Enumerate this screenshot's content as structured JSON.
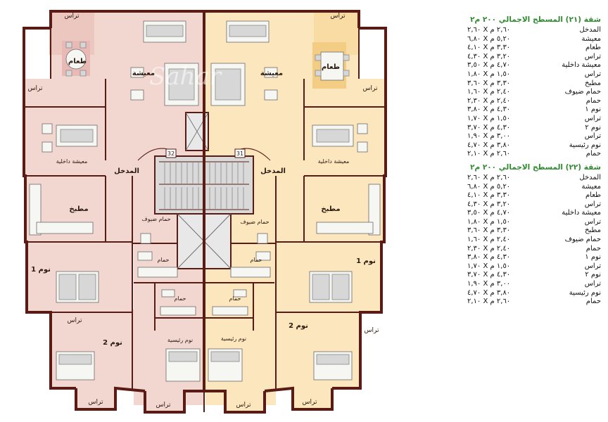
{
  "plan_labels": {
    "terrace": "تراس",
    "living": "معيشة",
    "dining": "طعام",
    "inner_living": "معيشة داخلية",
    "entrance": "المدخل",
    "kitchen": "مطبخ",
    "guest_bath": "حمام ضيوف",
    "bath": "حمام",
    "bed1": "نوم 1",
    "bed2": "نوم 2",
    "master_bed": "نوم رئيسية",
    "stair_left": "32",
    "stair_right": "31",
    "watermark": "Sahar"
  },
  "apartments": [
    {
      "title": "شقة (٢١) المسطح الاجمالي ٢٠٠ م٢",
      "rooms": [
        {
          "name": "المدخل",
          "dim": "٢,٦٠ X ٢,٦٠ م"
        },
        {
          "name": "معيشة",
          "dim": "٦,٨٠ X ٥,٢٠ م"
        },
        {
          "name": "طعام",
          "dim": "٤,١٠ X ٣,٣٠ م"
        },
        {
          "name": "تراس",
          "dim": "٤,٣٠ X ٣,٢٠ م"
        },
        {
          "name": "معيشة داخلية",
          "dim": "٣,٥٠ X ٤,٧٠ م"
        },
        {
          "name": "تراس",
          "dim": "١,٨٠ X ١,٥٠ م"
        },
        {
          "name": "مطبخ",
          "dim": "٣,٦٠ X ٣,٣٠ م"
        },
        {
          "name": "حمام ضيوف",
          "dim": "١,٦٠ X ٢,٤٠ م"
        },
        {
          "name": "حمام",
          "dim": "٢,٣٠ X ٢,٤٠ م"
        },
        {
          "name": "نوم ١",
          "dim": "٣,٨٠ X ٤,٣٠ م"
        },
        {
          "name": "تراس",
          "dim": "١,٧٠ X ١,٥٠ م"
        },
        {
          "name": "نوم ٢",
          "dim": "٣,٧٠ X ٤,٣٠ م"
        },
        {
          "name": "تراس",
          "dim": "١,٩٠ X ٣,٠٠ م"
        },
        {
          "name": "نوم رئيسية",
          "dim": "٤,٧٠ X ٣,٨٠ م"
        },
        {
          "name": "حمام",
          "dim": "٢,١٠ X ٢,٦٠ م"
        }
      ]
    },
    {
      "title": "شقة (٢٢) المسطح الاجمالي ٢٠٠ م٢",
      "rooms": [
        {
          "name": "المدخل",
          "dim": "٢,٦٠ X ٢,٦٠ م"
        },
        {
          "name": "معيشة",
          "dim": "٦,٨٠ X ٥,٢٠ م"
        },
        {
          "name": "طعام",
          "dim": "٤,١٠ X ٣,٣٠ م"
        },
        {
          "name": "تراس",
          "dim": "٤,٣٠ X ٣,٢٠ م"
        },
        {
          "name": "معيشة داخلية",
          "dim": "٣,٥٠ X ٤,٧٠ م"
        },
        {
          "name": "تراس",
          "dim": "١,٨٠ X ١,٥٠ م"
        },
        {
          "name": "مطبخ",
          "dim": "٣,٦٠ X ٣,٣٠ م"
        },
        {
          "name": "حمام ضيوف",
          "dim": "١,٦٠ X ٢,٤٠ م"
        },
        {
          "name": "حمام",
          "dim": "٢,٣٠ X ٢,٤٠ م"
        },
        {
          "name": "نوم ١",
          "dim": "٣,٨٠ X ٤,٣٠ م"
        },
        {
          "name": "تراس",
          "dim": "١,٧٠ X ١,٥٠ م"
        },
        {
          "name": "نوم ٢",
          "dim": "٣,٧٠ X ٤,٣٠ م"
        },
        {
          "name": "تراس",
          "dim": "١,٩٠ X ٣,٠٠ م"
        },
        {
          "name": "نوم رئيسية",
          "dim": "٤,٧٠ X ٣,٨٠ م"
        },
        {
          "name": "حمام",
          "dim": "٢,١٠ X ٢,٦٠ م"
        }
      ]
    }
  ],
  "colors": {
    "left_unit": "#f2d6d0",
    "right_unit": "#fbe6bd",
    "wall": "#5a1b14",
    "title_green": "#2f8a2f",
    "core_grey": "#d9d9d9"
  }
}
